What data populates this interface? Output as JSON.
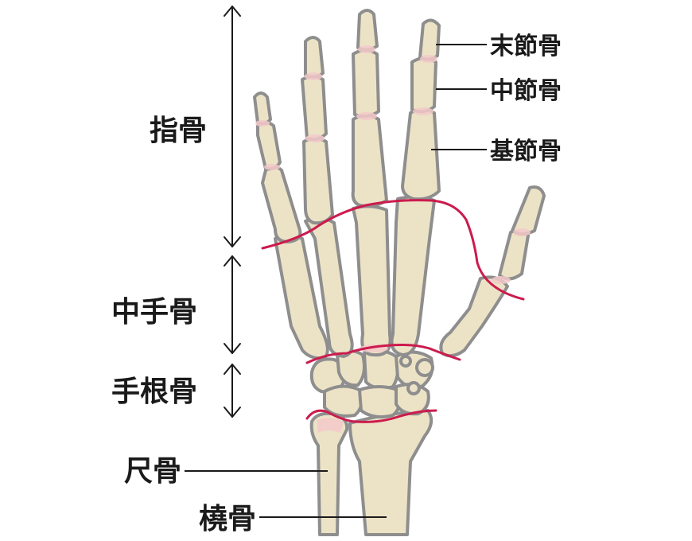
{
  "labels": {
    "distal_phalanx": "末節骨",
    "middle_phalanx": "中節骨",
    "proximal_phalanx": "基節骨",
    "phalanges": "指骨",
    "metacarpals": "中手骨",
    "carpals": "手根骨",
    "ulna": "尺骨",
    "radius": "橈骨"
  },
  "colors": {
    "bone_fill": "#ece3c6",
    "bone_outline": "#8e8e8e",
    "boundary_line": "#cc1b4d",
    "joint_tint": "#f3c9c9",
    "text": "#1a1a1a"
  }
}
